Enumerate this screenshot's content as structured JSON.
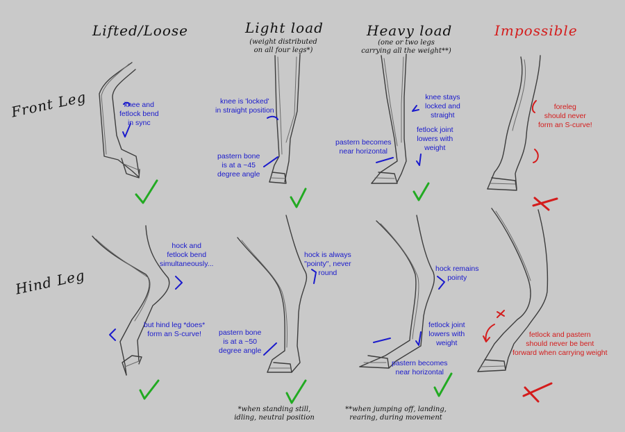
{
  "columns": {
    "lifted": "Lifted/Loose",
    "light": "Light load",
    "light_sub": [
      "(weight distributed",
      "on all four legs*)"
    ],
    "heavy": "Heavy load",
    "heavy_sub": [
      "(one or two legs",
      "carrying all the weight**)"
    ],
    "impossible": "Impossible"
  },
  "rows": {
    "front": "Front Leg",
    "hind": "Hind Leg"
  },
  "notes": {
    "front_lifted": [
      "knee and",
      "fetlock bend",
      "in sync"
    ],
    "front_light_knee": [
      "knee is 'locked'",
      "in straight position"
    ],
    "front_light_pastern": [
      "pastern bone",
      "is at a ~45",
      "degree angle"
    ],
    "front_heavy_knee": [
      "knee stays",
      "locked and",
      "straight"
    ],
    "front_heavy_pastern": [
      "pastern becomes",
      "near horizontal"
    ],
    "front_heavy_fetlock": [
      "fetlock joint",
      "lowers with",
      "weight"
    ],
    "front_impossible": [
      "foreleg",
      "should never",
      "form an S-curve!"
    ],
    "hind_lifted_hock": [
      "hock and",
      "fetlock bend",
      "simultaneously..."
    ],
    "hind_lifted_scurve": [
      "but hind leg *does*",
      "form an S-curve!"
    ],
    "hind_light_hock": [
      "hock is always",
      "\"pointy\", never",
      "round"
    ],
    "hind_light_pastern": [
      "pastern bone",
      "is at a ~50",
      "degree angle"
    ],
    "hind_heavy_hock": [
      "hock remains",
      "pointy"
    ],
    "hind_heavy_fetlock": [
      "fetlock joint",
      "lowers with",
      "weight"
    ],
    "hind_heavy_pastern": [
      "pastern becomes",
      "near horizontal"
    ],
    "hind_impossible": [
      "fetlock and pastern",
      "should never be bent",
      "forward when carrying weight"
    ]
  },
  "footnotes": {
    "light": [
      "*when standing still,",
      "idling, neutral position"
    ],
    "heavy": [
      "**when jumping off, landing,",
      "rearing, during movement"
    ]
  },
  "colors": {
    "background": "#c9c9c9",
    "annotation_blue": "#1a1acc",
    "annotation_red": "#d41c1c",
    "check_green": "#22aa22",
    "cross_red": "#d41c1c"
  },
  "icons": {
    "valid": "check-mark-icon",
    "invalid": "cross-mark-icon"
  }
}
